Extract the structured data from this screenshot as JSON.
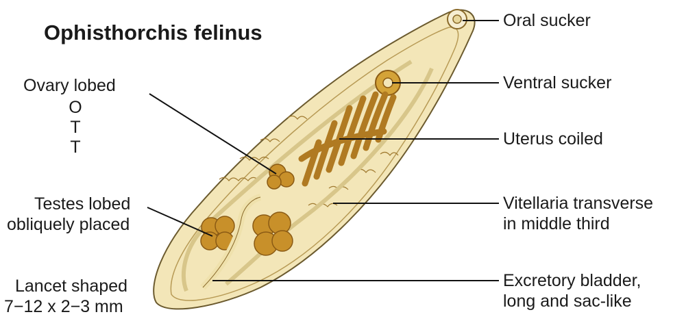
{
  "title": "Ophisthorchis felinus",
  "left_labels": {
    "ovary": "Ovary lobed",
    "mnemonic": [
      "O",
      "T",
      "T"
    ],
    "testes_line1": "Testes lobed",
    "testes_line2": "obliquely placed",
    "shape_line1": "Lancet shaped",
    "shape_line2": "7−12 x 2−3 mm"
  },
  "right_labels": {
    "oral_sucker": "Oral sucker",
    "ventral_sucker": "Ventral sucker",
    "uterus": "Uterus coiled",
    "vitellaria_line1": "Vitellaria transverse",
    "vitellaria_line2": "in middle third",
    "bladder_line1": "Excretory bladder,",
    "bladder_line2": "long and sac-like"
  },
  "colors": {
    "body_fill": "#f3e6b8",
    "body_outline": "#6b5a2e",
    "organ_fill": "#c8902a",
    "organ_dark": "#8a5a14",
    "leader_line": "#111111"
  }
}
